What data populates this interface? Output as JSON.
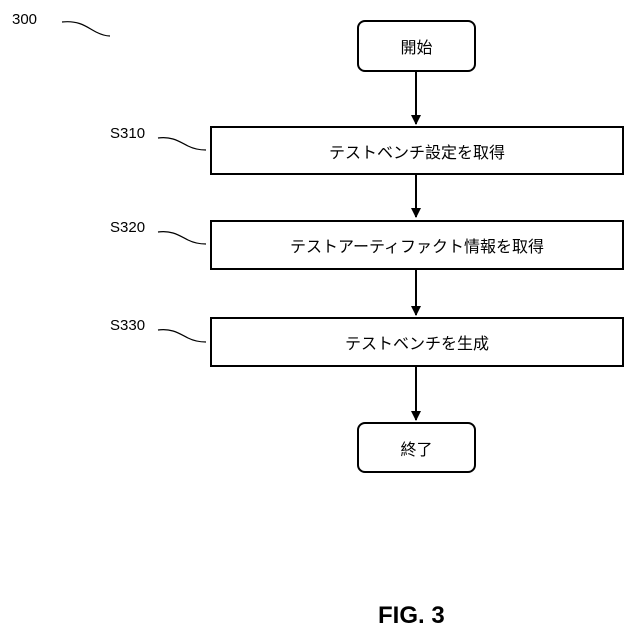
{
  "diagram": {
    "reference_number": "300",
    "start": "開始",
    "end": "終了",
    "steps": [
      {
        "id": "S310",
        "label": "テストベンチ設定を取得"
      },
      {
        "id": "S320",
        "label": "テストアーティファクト情報を取得"
      },
      {
        "id": "S330",
        "label": "テストベンチを生成"
      }
    ],
    "figure_label": "FIG. 3"
  }
}
